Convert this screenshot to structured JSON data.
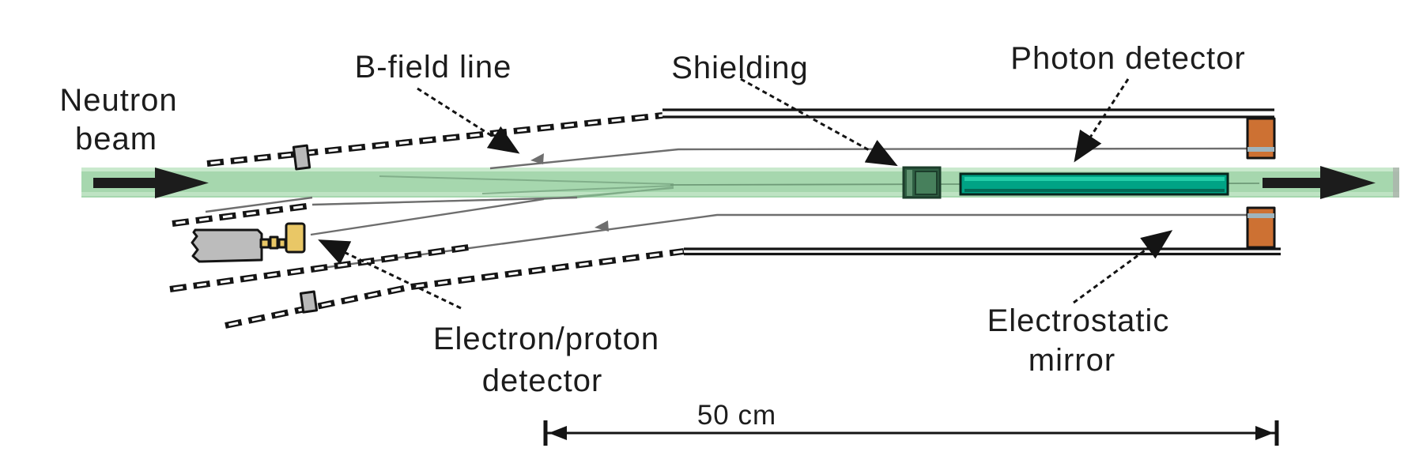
{
  "figure": {
    "type": "apparatus-schematic",
    "labels": {
      "neutron_beam_line1": "Neutron",
      "neutron_beam_line2": "beam",
      "b_field_line": "B-field line",
      "shielding": "Shielding",
      "photon_detector": "Photon detector",
      "electron_proton_line1": "Electron/proton",
      "electron_proton_line2": "detector",
      "electrostatic_line1": "Electrostatic",
      "electrostatic_line2": "mirror",
      "scale_label": "50 cm"
    },
    "colors": {
      "beam_green": "#a6d7ae",
      "beam_highlight": "#c9e9cd",
      "beam_shade": "#c2e5c7",
      "beam_endcap": "#adb3ad",
      "shielding_green": "#2f5f43",
      "shielding_inner": "#47805c",
      "shielding_edge": "#5f9270",
      "photon_teal": "#00a385",
      "photon_teal_bright": "#27d4ad",
      "photon_teal_dark": "#035f4c",
      "mirror_orange": "#cd7133",
      "mirror_strip_gray": "#9fb4bd",
      "detector_gray": "#bcbcbc",
      "connector_yellow": "#e9c766",
      "clamp_gray": "#b9b9b9",
      "ink_black": "#1c1c1c",
      "field_gray": "#6e6e6e"
    }
  }
}
